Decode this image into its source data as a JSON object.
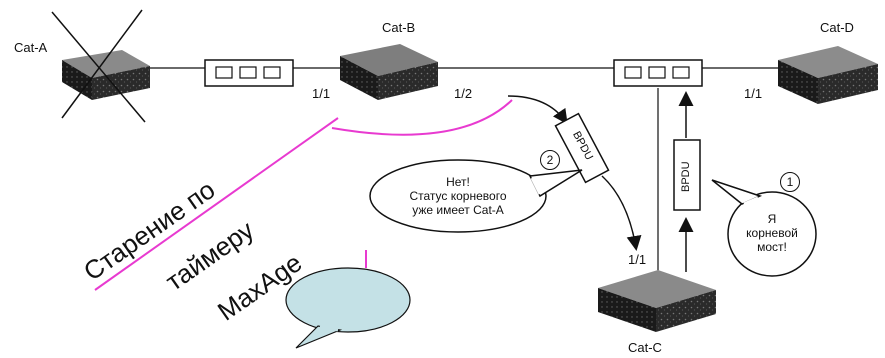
{
  "switches": {
    "cat_a": "Cat-A",
    "cat_b": "Cat-B",
    "cat_c": "Cat-C",
    "cat_d": "Cat-D"
  },
  "ports": {
    "b_left": "1/1",
    "b_right": "1/2",
    "d_left": "1/1",
    "c_top": "1/1"
  },
  "bpdu_label": "BPDU",
  "steps": {
    "one": "1",
    "two": "2"
  },
  "bubbles": {
    "cat_b_reply": [
      "Нет!",
      "Статус корневого",
      "уже имеет Cat-A"
    ],
    "cat_c_claim": [
      "Я",
      "корневой",
      "мост!"
    ]
  },
  "annotation": {
    "line1": "Старение по",
    "line2": "таймеру",
    "line3": "MaxAge"
  },
  "colors": {
    "annotation_line": "#e83ad0",
    "empty_bubble_fill": "#c4e1e6"
  }
}
